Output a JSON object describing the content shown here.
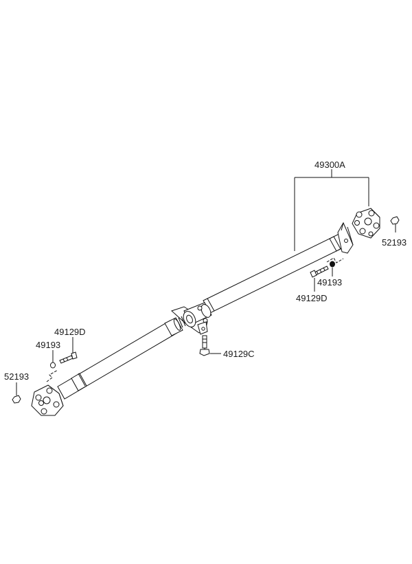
{
  "labels": {
    "assembly": "49300A",
    "flange_nut_right": "52193",
    "flange_nut_left": "52193",
    "nut_right": "49193",
    "nut_left": "49193",
    "bolt_right": "49129D",
    "bolt_left": "49129D",
    "center_bolt": "49129C"
  }
}
